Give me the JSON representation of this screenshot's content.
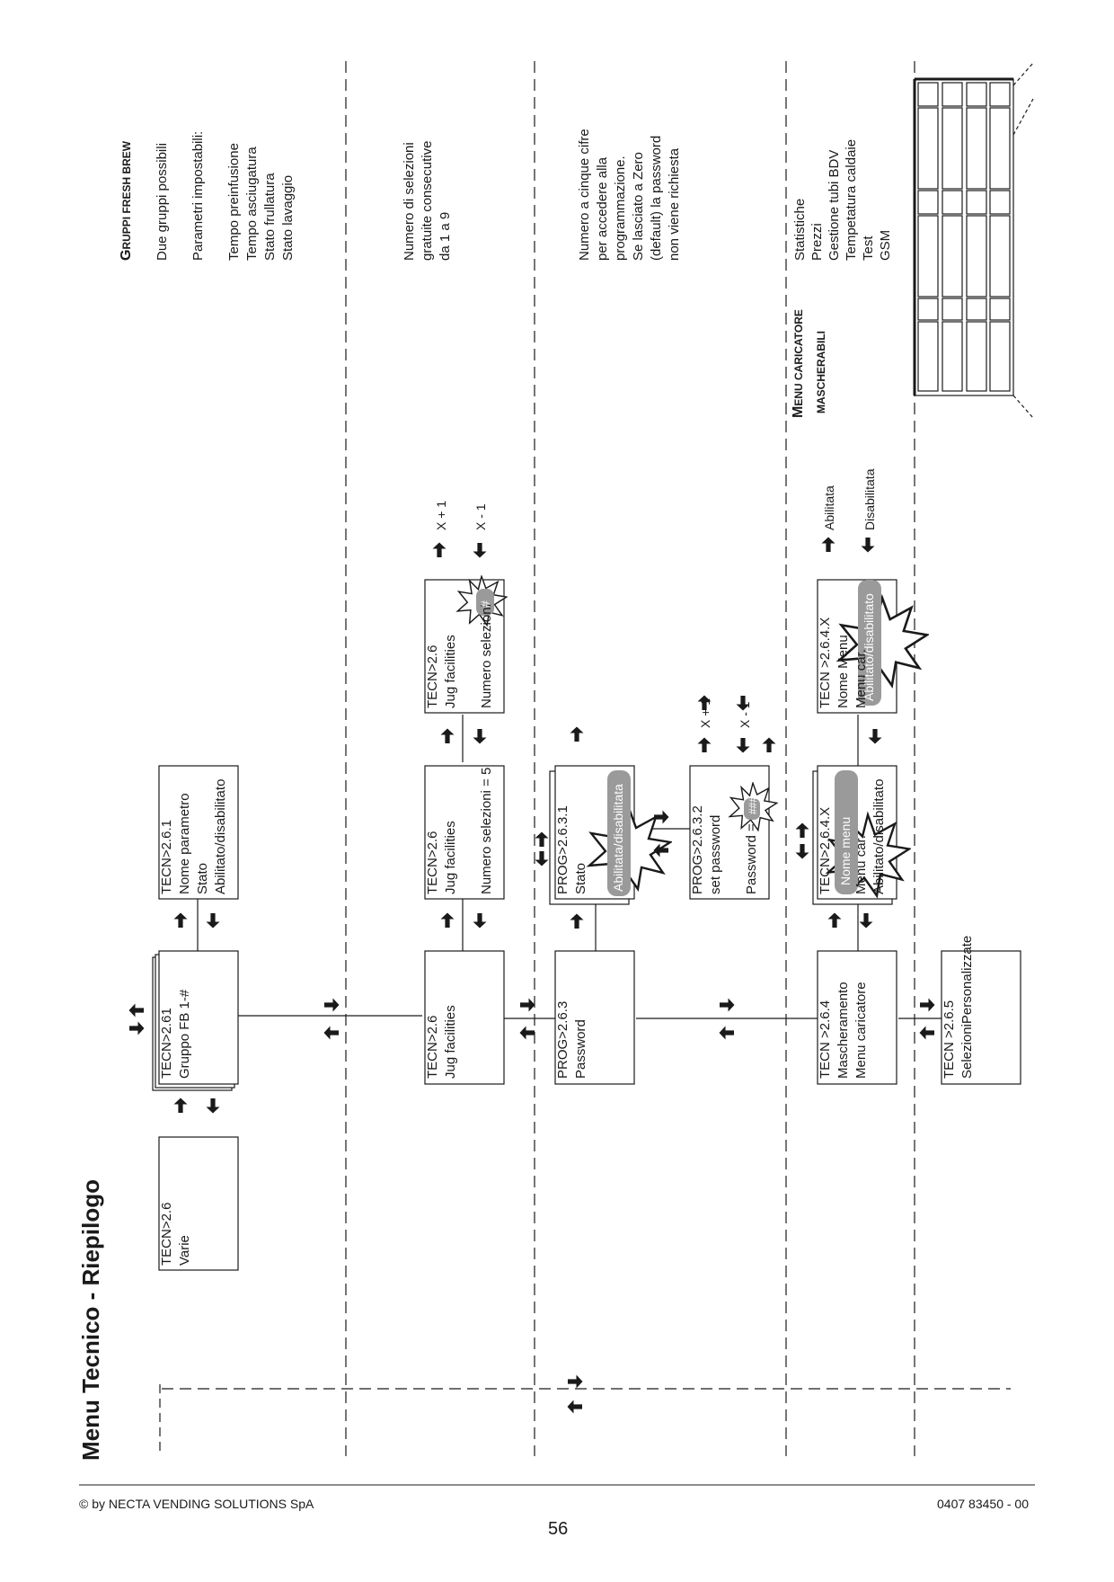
{
  "title": "Menu  Tecnico  - Riepilogo",
  "footer": {
    "copyright": "© by NECTA VENDING SOLUTIONS SpA",
    "code": "0407 83450 - 00",
    "page": "56"
  },
  "boxes": {
    "varie": {
      "lines": [
        "TECN>2.6",
        "Varie"
      ]
    },
    "gruppo_fb": {
      "lines": [
        "TECN>2.61",
        "Gruppo FB 1-#"
      ]
    },
    "nome_param": {
      "lines": [
        "TECN>2.6.1",
        "Nome parametro",
        "Stato",
        "Abilitato/disabilitato"
      ]
    },
    "jug": {
      "lines": [
        "TECN>2.6",
        "Jug facilities"
      ]
    },
    "jug_sel": {
      "lines": [
        "TECN>2.6",
        "Jug facilities",
        "",
        "Numero selezioni  = 5"
      ]
    },
    "jug_edit": {
      "lines": [
        "TECN>2.6",
        "Jug facilities",
        "",
        "Numero selezioni"
      ]
    },
    "password": {
      "lines": [
        "PROG>2.6.3",
        "Password"
      ]
    },
    "stato": {
      "lines": [
        "PROG>2.6.3.1",
        "Stato"
      ]
    },
    "setpass": {
      "lines": [
        "PROG>2.6.3.2",
        "set password",
        "",
        "Password ="
      ]
    },
    "masch": {
      "lines": [
        "TECN >2.6.4",
        "Mascheramento",
        "Menu caricatore"
      ]
    },
    "masch_item": {
      "lines": [
        "TECN>2.6.4.X",
        "",
        "Menu car.",
        "Abilitato/disabilitato"
      ]
    },
    "masch_edit": {
      "lines": [
        "TECN >2.6.4.X",
        "Nome Menu",
        "Menu car."
      ]
    },
    "selpers": {
      "lines": [
        "TECN >2.6.5",
        "SelezioniPersonalizzate"
      ]
    }
  },
  "highlights": {
    "stato": "Abilitata/disabilitata",
    "nome_menu": "Nome menu",
    "abil_dis": "Abilitato/disabilitato",
    "hash": "#",
    "hash3": "###"
  },
  "labels": {
    "x_plus": "X + 1",
    "x_minus": "X - 1",
    "abilitata": "Abilitata",
    "disabilitata": "Disabilitata"
  },
  "notes": {
    "fb_title_big1": "G",
    "fb_title_rest": "RUPPI  FRESH BREW",
    "fb_lines": [
      "Due gruppi possibili",
      "",
      "Parametri impostabili:",
      "",
      "Tempo preinfusione",
      "Tempo asciugatura",
      "Stato frullatura",
      "Stato lavaggio"
    ],
    "jug_lines": [
      "Numero di selezioni",
      "gratuite consecutive",
      "da 1 a 9"
    ],
    "pw_lines": [
      "Numero a cinque cifre",
      "per  accedere alla",
      "programmazione.",
      "Se lasciato a Zero",
      "(default) la password",
      "non viene richiesta"
    ],
    "menu_title_big": "M",
    "menu_title_rest": "ENU CARICATORE",
    "menu_title2": "MASCHERABILI",
    "menu_lines": [
      "Statistiche",
      "Prezzi",
      "Gestione tubi BDV",
      "Tempetatura caldaie",
      "Test",
      "GSM"
    ]
  },
  "colors": {
    "highlight": "#9a9a9a",
    "line": "#1a1a1a"
  }
}
